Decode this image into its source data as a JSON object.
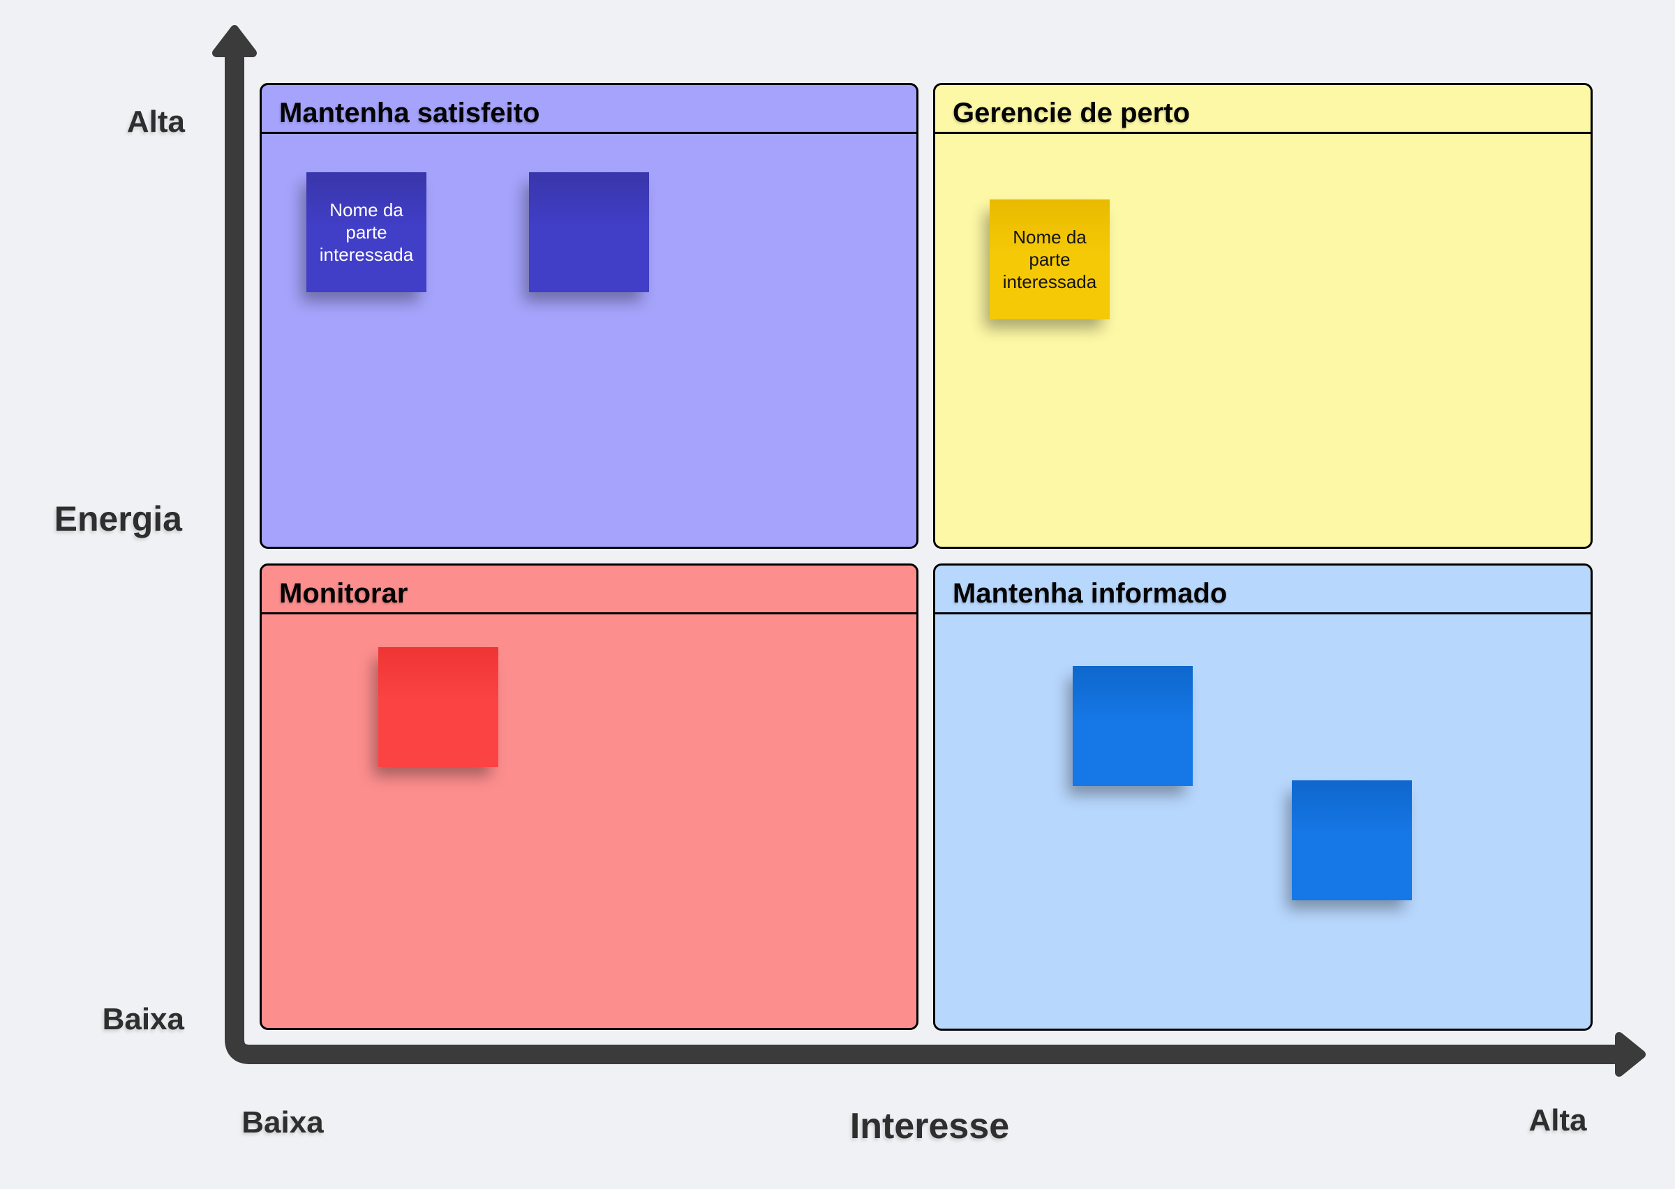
{
  "board": {
    "background_color": "#f0f1f4",
    "axis_color": "#3b3b3b",
    "y_axis": {
      "name": "Energia",
      "max_label": "Alta",
      "min_label": "Baixa"
    },
    "x_axis": {
      "name": "Interesse",
      "min_label": "Baixa",
      "max_label": "Alta"
    },
    "quadrants": [
      {
        "position": "top-left",
        "title": "Mantenha satisfeito",
        "color": "#a5a3fb",
        "stickies": [
          {
            "label": "Nome da parte interessada",
            "color": "#3d3ab8",
            "text_color": "#ffffff"
          },
          {
            "label": "",
            "color": "#3d3ab8",
            "text_color": "#ffffff"
          }
        ]
      },
      {
        "position": "top-right",
        "title": "Gerencie de perto",
        "color": "#fdf8a5",
        "stickies": [
          {
            "label": "Nome da parte interessada",
            "color": "#f2c402",
            "text_color": "#141414"
          }
        ]
      },
      {
        "position": "bottom-left",
        "title": "Monitorar",
        "color": "#fd8e8e",
        "stickies": [
          {
            "label": "",
            "color": "#fa3d3b",
            "text_color": "#141414"
          }
        ]
      },
      {
        "position": "bottom-right",
        "title": "Mantenha informado",
        "color": "#b8d7fd",
        "stickies": [
          {
            "label": "",
            "color": "#1372de",
            "text_color": "#ffffff"
          },
          {
            "label": "",
            "color": "#1372de",
            "text_color": "#ffffff"
          }
        ]
      }
    ]
  }
}
